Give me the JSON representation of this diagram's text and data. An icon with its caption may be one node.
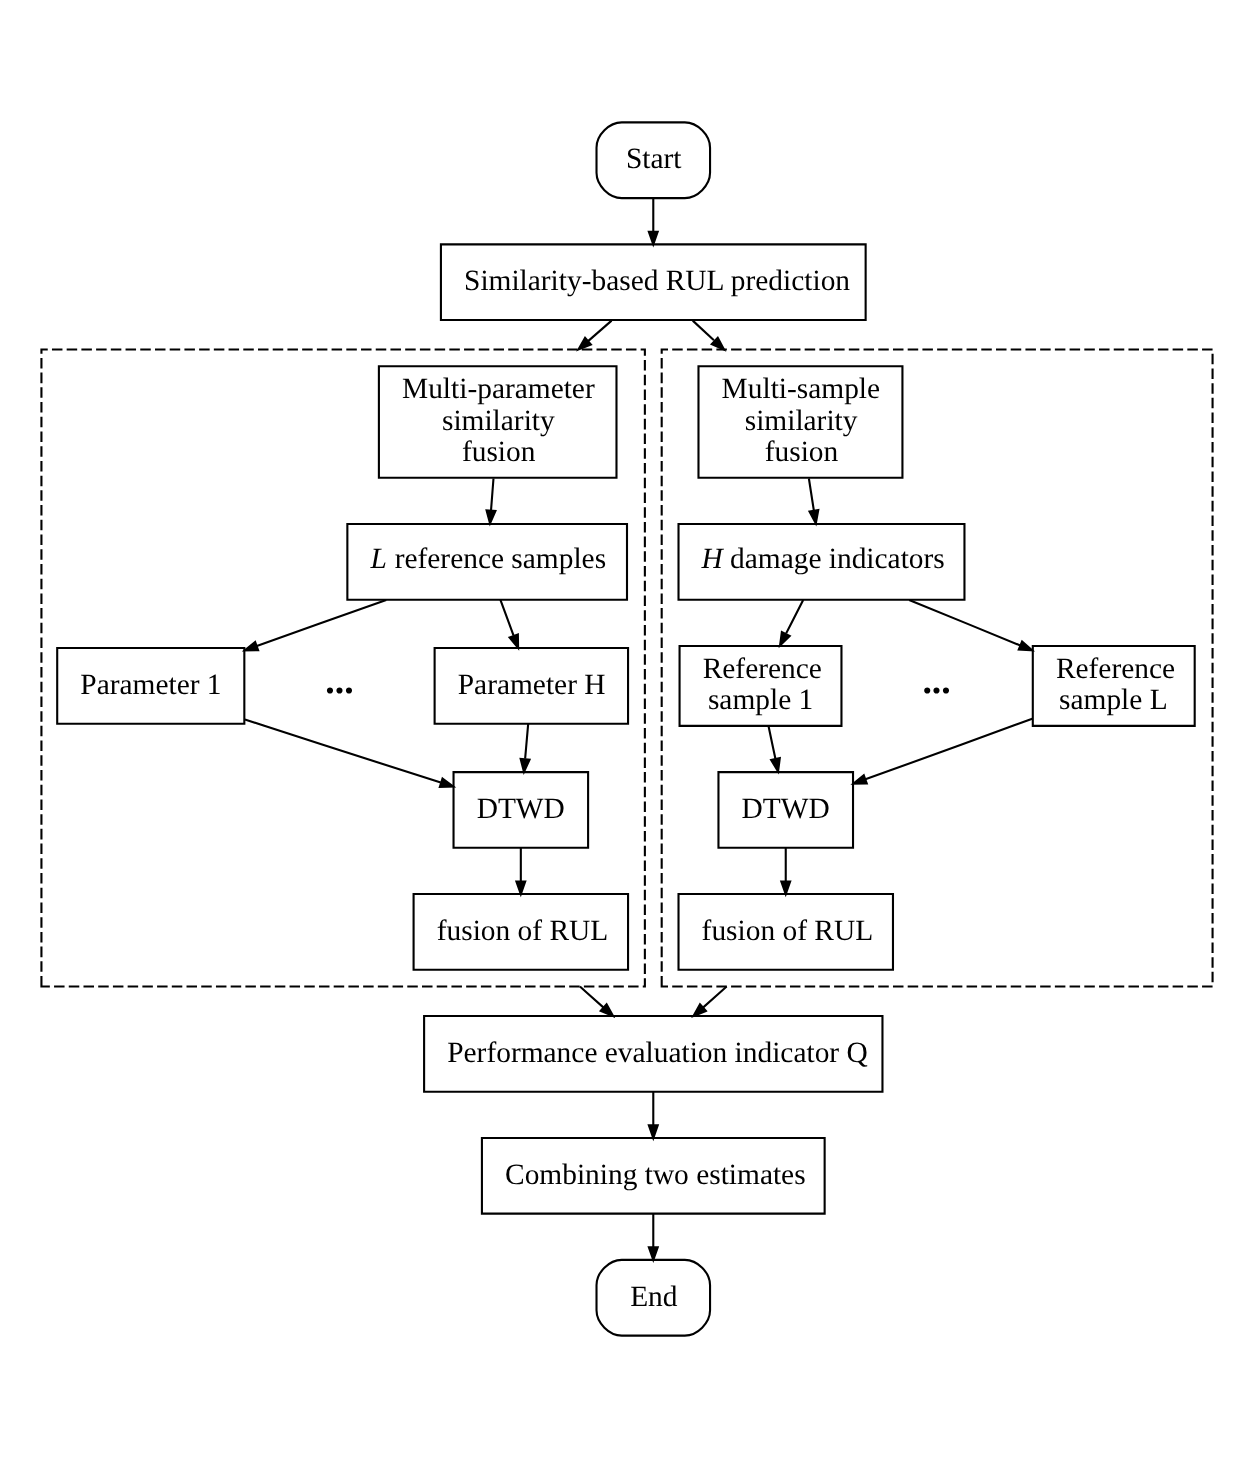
{
  "diagram": {
    "nodes": [
      {
        "text": [
          "Start"
        ]
      },
      {
        "text": [
          "Similarity-based RUL prediction"
        ]
      },
      {
        "text": [],
        "shape": "box"
      },
      {
        "text": [
          "Multi-parameter similarity fusion"
        ],
        "in": 2
      },
      {
        "text": [
          "*L* reference samples"
        ],
        "in": 2
      },
      {
        "text": [
          "Parameter 1"
        ],
        "in": 2
      },
      {
        "text": [
          "Parameter H"
        ],
        "in": 2
      },
      {
        "text": [
          "DTWD"
        ],
        "in": 2
      },
      {
        "text": [
          "fusion of RUL"
        ],
        "in": 2
      },
      {
        "text": [],
        "shape": "box"
      },
      {
        "text": [
          "Multi-sample similarity fusion"
        ],
        "in": 9
      },
      {
        "text": [
          "*H* damage indicators"
        ],
        "in": 9
      },
      {
        "text": [
          "Reference sample 1"
        ],
        "in": 9
      },
      {
        "text": [
          "Reference sample L"
        ],
        "in": 9
      },
      {
        "text": [
          "DTWD"
        ],
        "in": 9
      },
      {
        "text": [
          "fusion of RUL"
        ],
        "in": 9
      },
      {
        "text": [
          "Performance evaluation indicator Q"
        ]
      },
      {
        "text": [
          "Combining two estimates"
        ]
      },
      {
        "text": [
          "End"
        ]
      }
    ],
    "edges": [
      {
        "from": 0,
        "to": 1,
        "arrow": "to"
      },
      {
        "from": 1,
        "to": 2,
        "arrow": "to"
      },
      {
        "from": 1,
        "to": 9,
        "arrow": "to"
      },
      {
        "from": 3,
        "to": 4,
        "arrow": "to"
      },
      {
        "from": 4,
        "to": 5,
        "arrow": "to"
      },
      {
        "from": 4,
        "to": 6,
        "arrow": "to"
      },
      {
        "from": 5,
        "to": 7,
        "arrow": "to"
      },
      {
        "from": 6,
        "to": 7,
        "arrow": "to"
      },
      {
        "from": 7,
        "to": 8,
        "arrow": "to"
      },
      {
        "from": 10,
        "to": 11,
        "arrow": "to"
      },
      {
        "from": 11,
        "to": 12,
        "arrow": "to"
      },
      {
        "from": 11,
        "to": 13,
        "arrow": "to"
      },
      {
        "from": 12,
        "to": 14,
        "arrow": "to"
      },
      {
        "from": 13,
        "to": 14,
        "arrow": "to"
      },
      {
        "from": 14,
        "to": 15,
        "arrow": "to"
      },
      {
        "from": 2,
        "to": 16,
        "arrow": "to"
      },
      {
        "from": 9,
        "to": 16,
        "arrow": "to"
      },
      {
        "from": 16,
        "to": 17,
        "arrow": "to"
      },
      {
        "from": 17,
        "to": 18,
        "arrow": "to"
      }
    ],
    "labels": [
      "...",
      "..."
    ]
  }
}
